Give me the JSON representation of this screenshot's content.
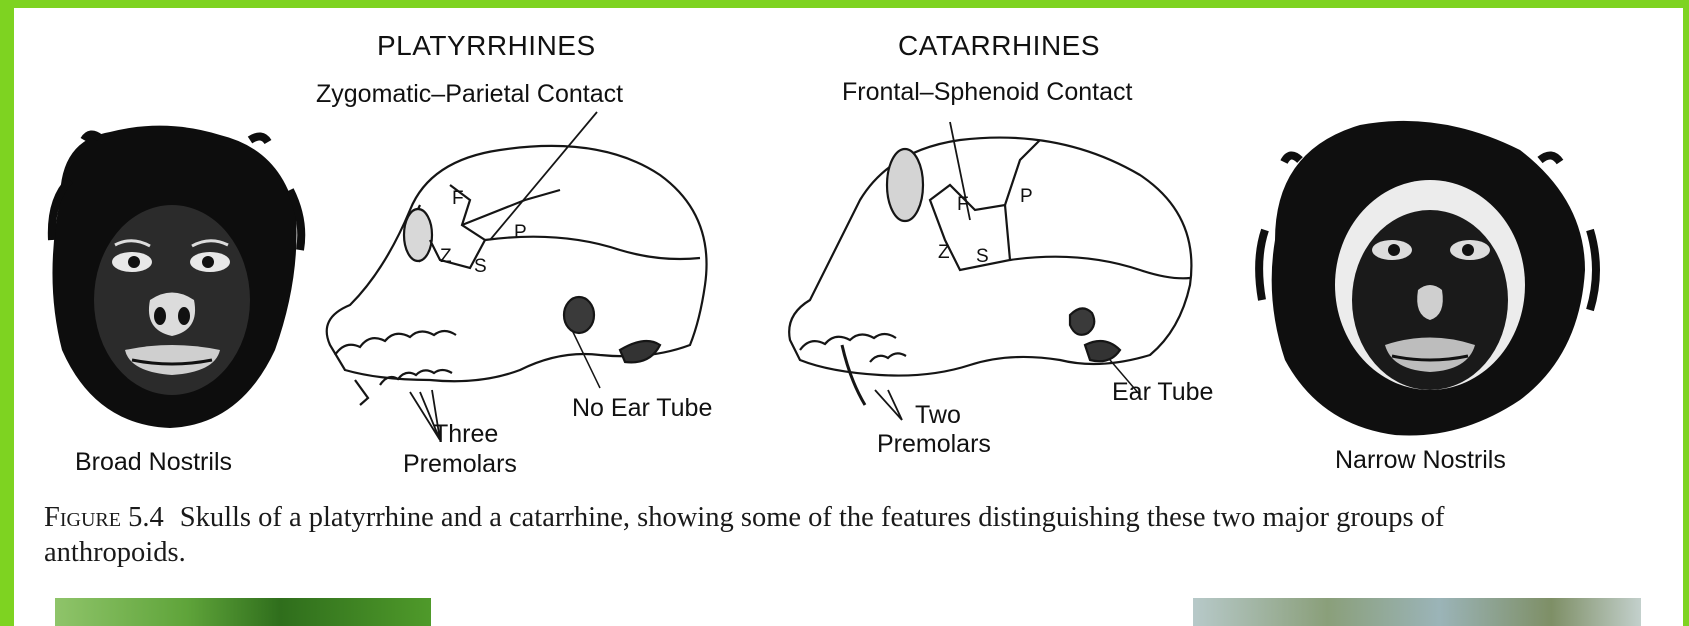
{
  "figure": {
    "platyrrhines": {
      "heading": "PLATYRRHINES",
      "contact_label": "Zygomatic–Parietal Contact",
      "nostrils_label": "Broad Nostrils",
      "premolars_label_line1": "Three",
      "premolars_label_line2": "Premolars",
      "ear_label": "No Ear Tube"
    },
    "catarrhines": {
      "heading": "CATARRHINES",
      "contact_label": "Frontal–Sphenoid Contact",
      "nostrils_label": "Narrow Nostrils",
      "premolars_label_line1": "Two",
      "premolars_label_line2": "Premolars",
      "ear_label": "Ear Tube"
    },
    "bone_letters": {
      "frontal": "F",
      "parietal": "P",
      "zygomatic": "Z",
      "sphenoid": "S"
    },
    "caption": {
      "figure_label": "Figure 5.4",
      "text": "Skulls of a platyrrhine and a catarrhine, showing some of the features distinguishing these two major groups of anthropoids."
    }
  },
  "colors": {
    "frame": "#7ed321",
    "ink": "#111111",
    "foliage_left": "#4f9a2a",
    "foliage_right": "#9bb4b8"
  }
}
